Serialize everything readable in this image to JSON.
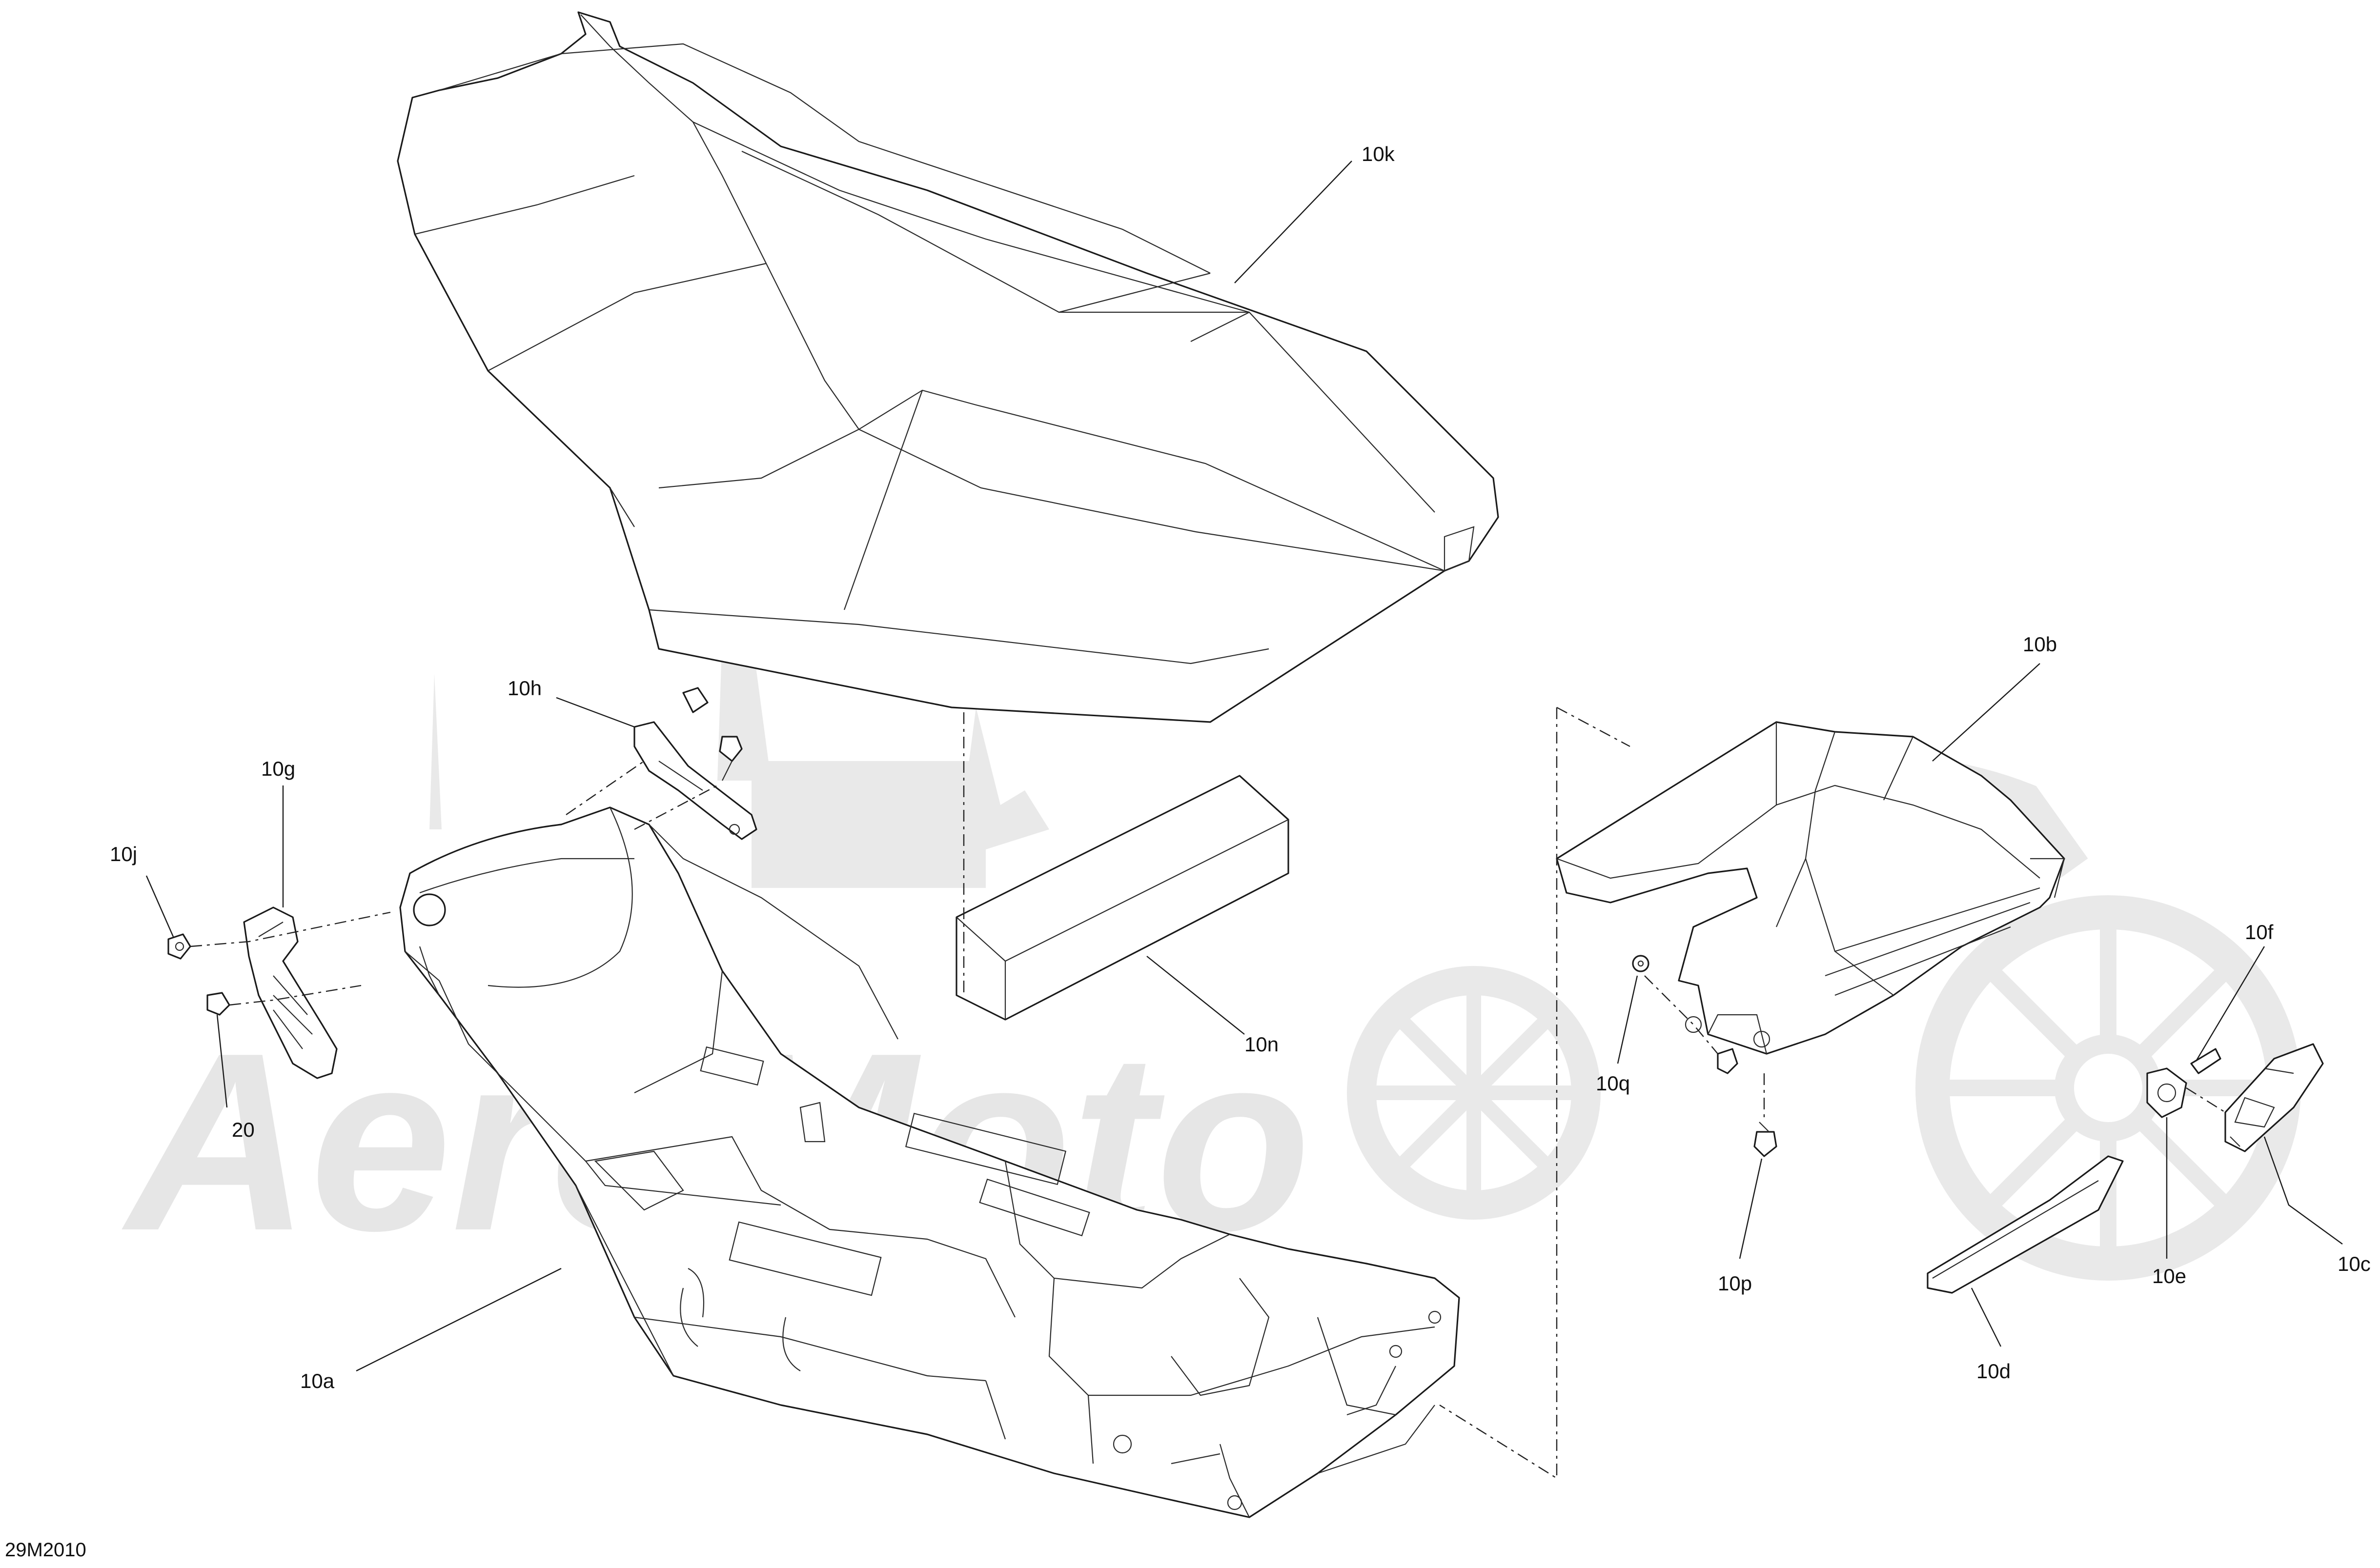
{
  "drawing_id": "29M2010",
  "watermark_text": "AeroMoto",
  "callouts": {
    "10k": "10k",
    "10h": "10h",
    "10g": "10g",
    "10j": "10j",
    "20": "20",
    "10n": "10n",
    "10a": "10a",
    "10b": "10b",
    "10f": "10f",
    "10q": "10q",
    "10p": "10p",
    "10e": "10e",
    "10c": "10c",
    "10d": "10d"
  },
  "colors": {
    "line": "#1a1a1a",
    "watermark": "#e9e9e9",
    "background": "#ffffff"
  }
}
